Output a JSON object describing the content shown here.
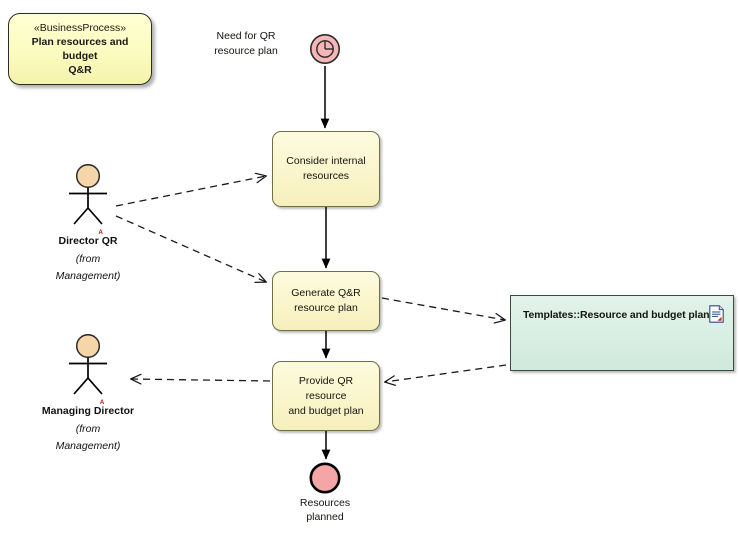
{
  "diagram": {
    "type": "uml-activity-diagram",
    "background": "#ffffff"
  },
  "business_process_note": {
    "stereotype": "«BusinessProcess»",
    "title_line1": "Plan resources and budget",
    "title_line2": "Q&R",
    "fill": "#fbfbbe",
    "border": "#2b2b22"
  },
  "start": {
    "label_line1": "Need for QR",
    "label_line2": "resource plan",
    "icon": "timer-clock-icon",
    "fill": "#f4b3b3"
  },
  "activities": [
    {
      "id": "consider-internal-resources",
      "line1": "Consider internal",
      "line2": "resources"
    },
    {
      "id": "generate-qr-resource-plan",
      "line1": "Generate Q&R",
      "line2": "resource plan"
    },
    {
      "id": "provide-qr-resource-and-budget-plan",
      "line1": "Provide QR resource",
      "line2": "and budget plan"
    }
  ],
  "artifact": {
    "label": "Templates::Resource and budget plan",
    "icon": "document-icon",
    "fill": "#d9efe4",
    "border": "#3c4a42"
  },
  "actors": [
    {
      "id": "director-qr",
      "name": "Director QR",
      "marker": "A",
      "from_line1": "(from",
      "from_line2": "Management)"
    },
    {
      "id": "managing-director",
      "name": "Managing Director",
      "marker": "A",
      "from_line1": "(from",
      "from_line2": "Management)"
    }
  ],
  "end": {
    "label_line1": "Resources",
    "label_line2": "planned",
    "fill": "#f4a5a5"
  },
  "colors": {
    "activity_fill": "#fbf6cf",
    "activity_border": "#6f6f45",
    "note_fill": "#fbfbbe",
    "artifact_fill": "#d9efe4",
    "event_fill": "#f4b3b3",
    "marker_red": "#cc0000",
    "edge_stroke": "#000000"
  }
}
